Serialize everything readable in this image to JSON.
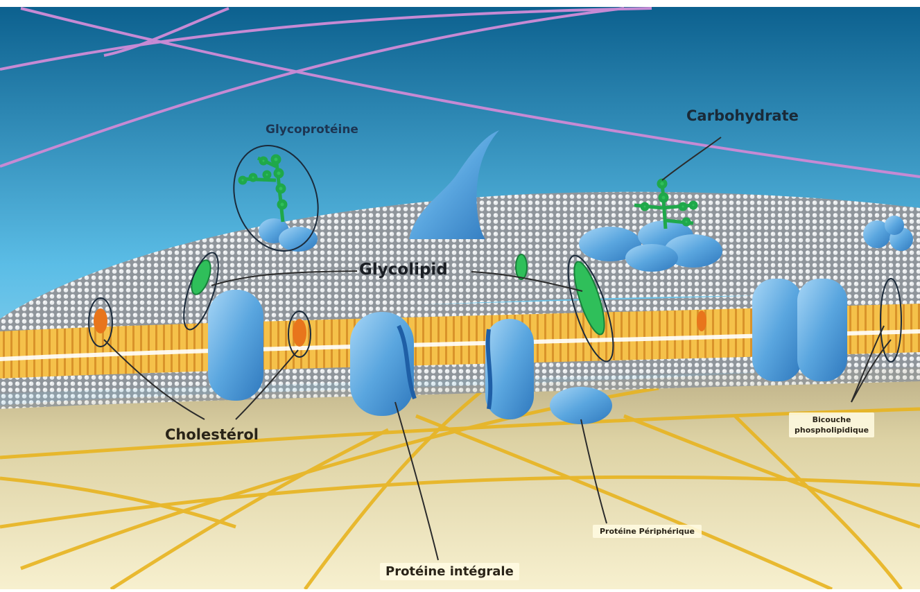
{
  "diagram": {
    "colors": {
      "sky_top": "#0a5e8c",
      "sky_bottom": "#cdeefa",
      "membrane_top": "#9ea3a8",
      "lipid_tail": "#f2b83a",
      "lipid_head": "#ffffff",
      "protein": "#4d9fdc",
      "protein_light": "#8cc7f0",
      "carbohydrate": "#1fa84a",
      "cholesterol": "#e8751c",
      "filament_pink": "#c68ad4",
      "filament_yellow": "#e8b420",
      "cytoplasm": "#e8dfb0",
      "leader_line": "#2b2b2b"
    },
    "labels": {
      "glycoproteine": "Glycoprotéine",
      "carbohydrate": "Carbohydrate",
      "glycolipid": "Glycolipid",
      "cholesterol": "Cholestérol",
      "proteine_integrale": "Protéine intégrale",
      "proteine_peripherique": "Protéine Périphérique",
      "bicouche_line1": "Bicouche",
      "bicouche_line2": "phospholipidique"
    }
  }
}
